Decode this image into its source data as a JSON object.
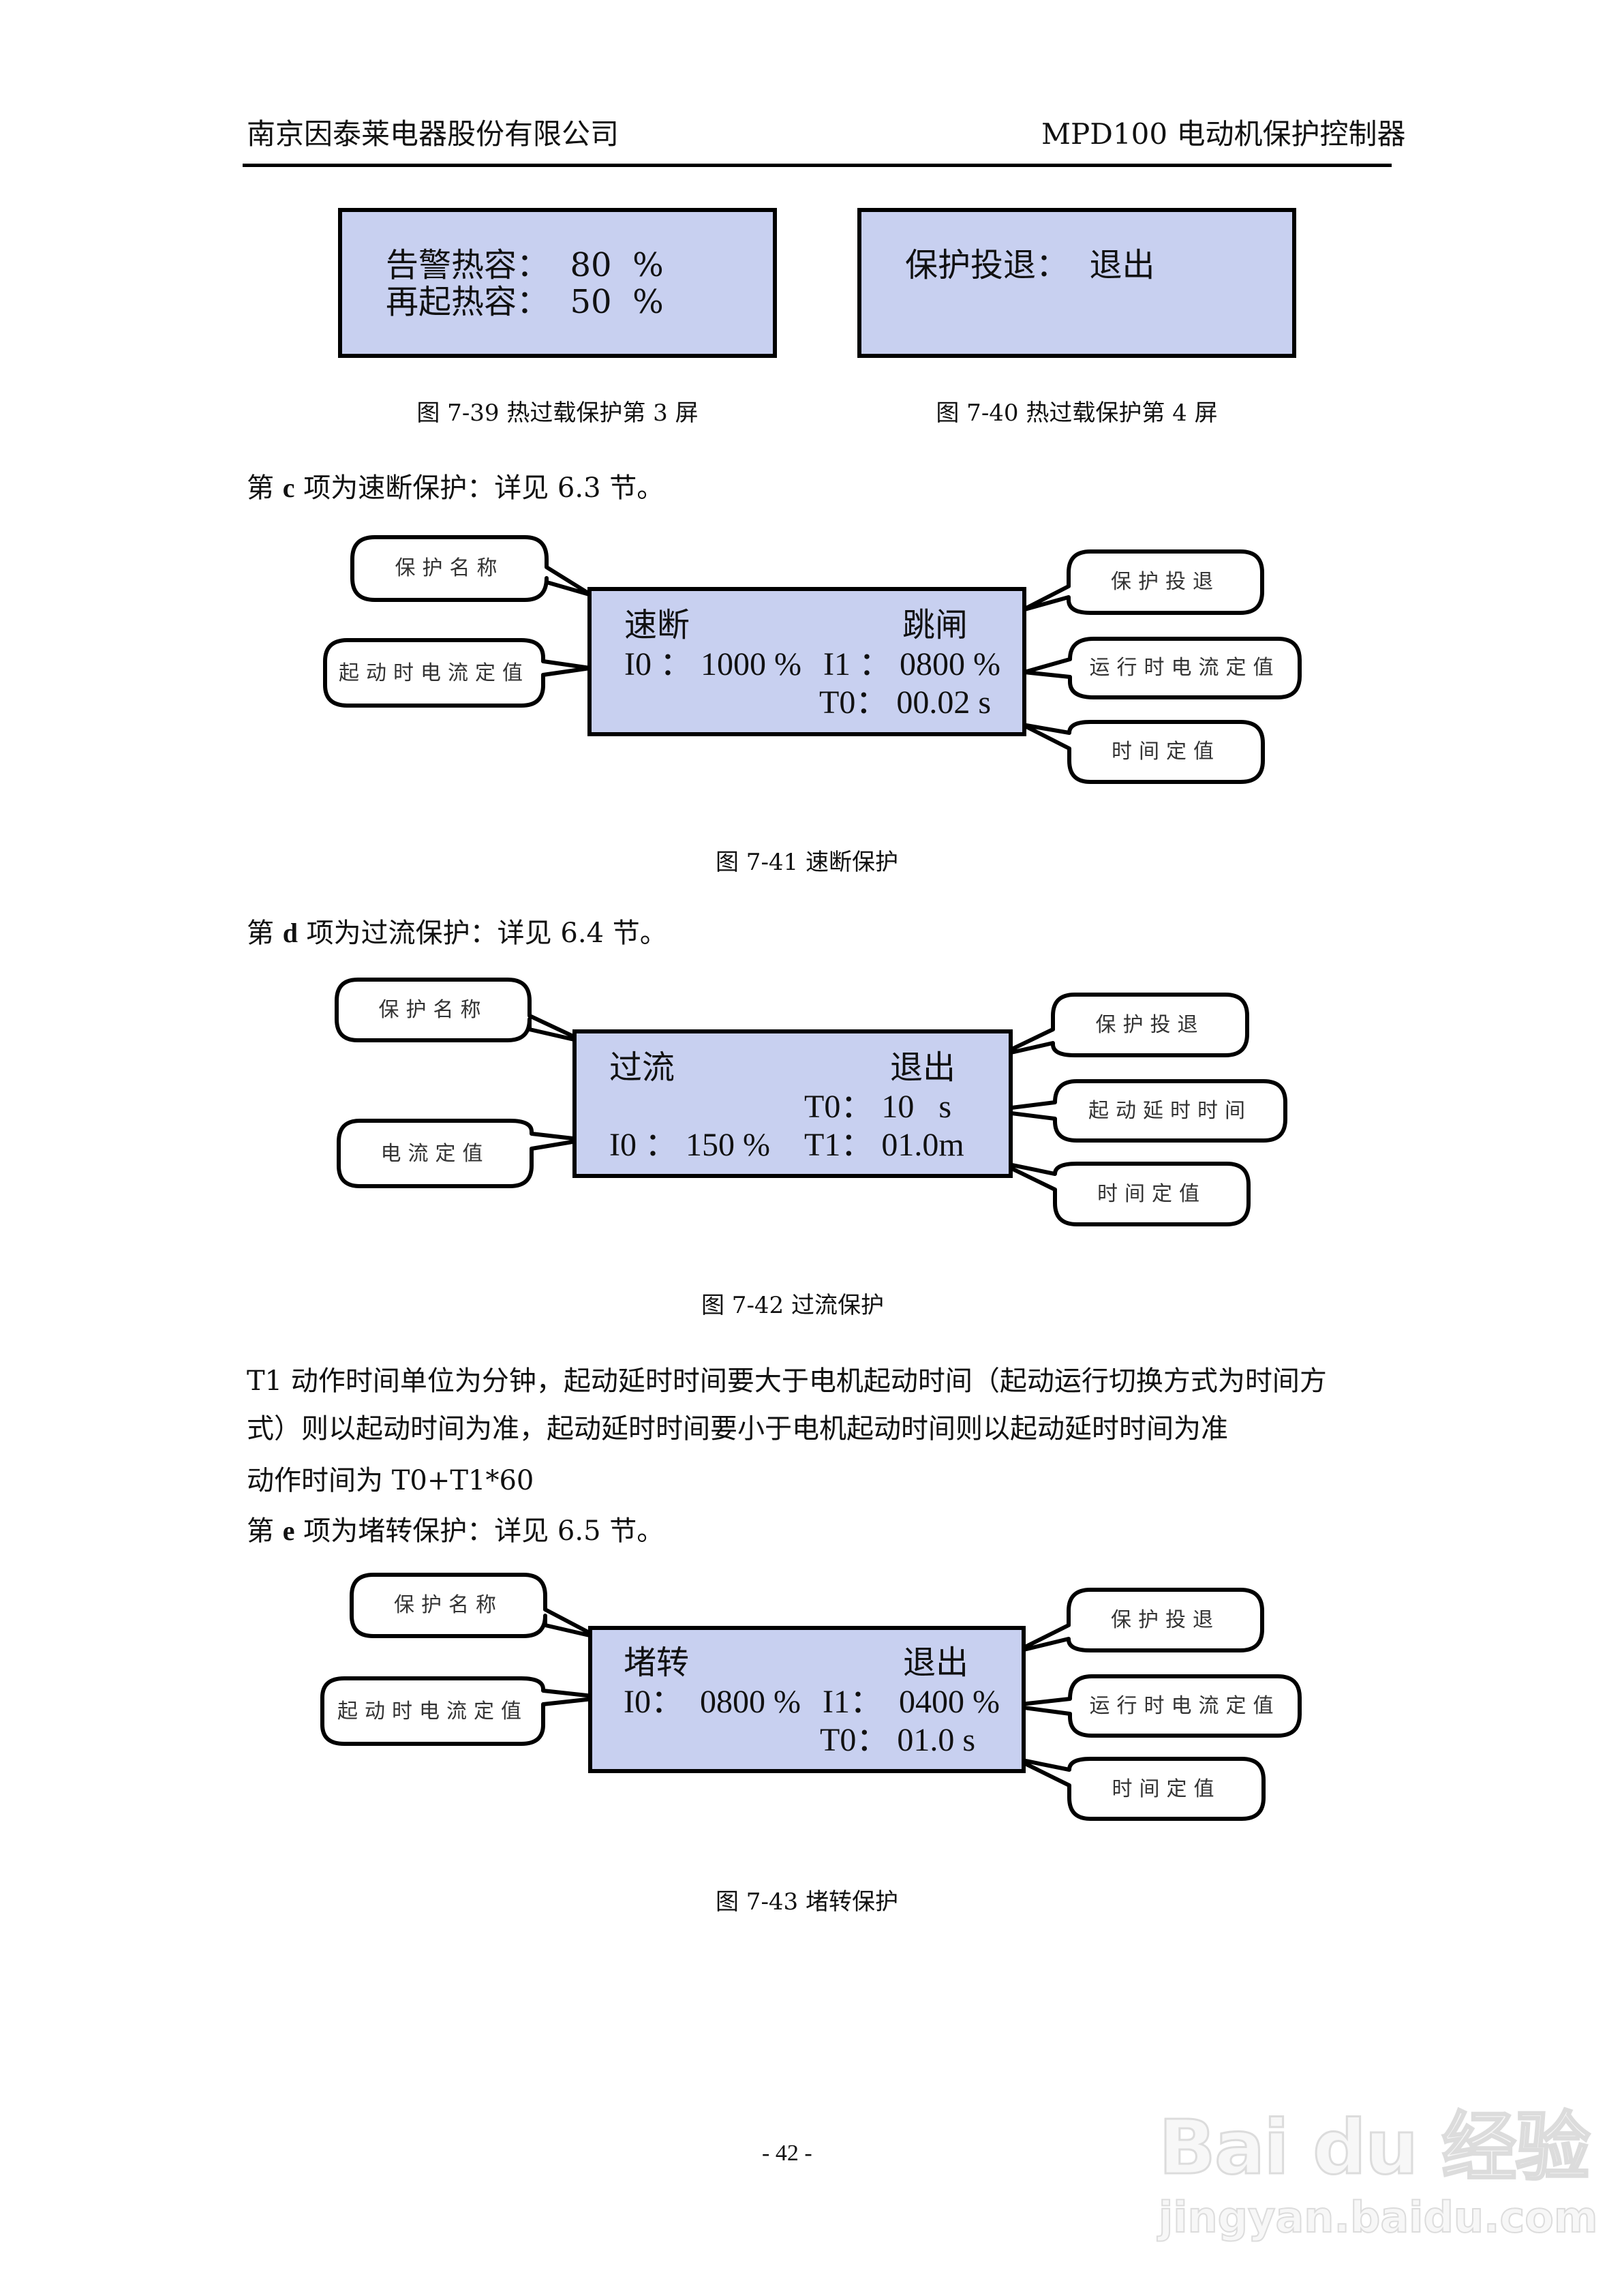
{
  "header": {
    "company": "南京因泰莱电器股份有限公司",
    "product": "MPD100 电动机保护控制器"
  },
  "figures_top": [
    {
      "lines": [
        "告警热容：  80  %",
        "再起热容：  50  %"
      ],
      "caption": "图 7-39 热过载保护第 3 屏"
    },
    {
      "lines": [
        "保护投退：  退出"
      ],
      "caption": "图 7-40 热过载保护第 4 屏"
    }
  ],
  "section_c": {
    "prefix": "第 ",
    "letter": "c",
    "text": " 项为速断保护：详见 6.3 节。"
  },
  "fig41": {
    "name": "速断",
    "status": "跳闸",
    "i0": "I0 ： 1000 %",
    "i1": "I1 ： 0800 %",
    "t0": "T0： 00.02 s",
    "callouts": {
      "name": "保护名称",
      "enable": "保护投退",
      "start_current": "起动时电流定值",
      "run_current": "运行时电流定值",
      "time": "时间定值"
    },
    "caption": "图 7-41 速断保护"
  },
  "section_d": {
    "prefix": "第 ",
    "letter": "d",
    "text": " 项为过流保护：详见 6.4 节。"
  },
  "fig42": {
    "name": "过流",
    "status": "退出",
    "t0": "T0： 10   s",
    "i0": "I0 ： 150 %",
    "t1": "T1： 01.0m",
    "callouts": {
      "name": "保护名称",
      "enable": "保护投退",
      "current": "电流定值",
      "start_delay": "起动延时时间",
      "time": "时间定值"
    },
    "caption": "图 7-42 过流保护"
  },
  "paragraph": {
    "line1": "T1 动作时间单位为分钟，起动延时时间要大于电机起动时间（起动运行切换方式为时间方",
    "line2": "式）则以起动时间为准，起动延时时间要小于电机起动时间则以起动延时时间为准",
    "line3": "动作时间为 T0+T1*60"
  },
  "section_e": {
    "prefix": "第 ",
    "letter": "e",
    "text": " 项为堵转保护：详见 6.5 节。"
  },
  "fig43": {
    "name": "堵转",
    "status": "退出",
    "i0": "I0：  0800 %",
    "i1": "I1：  0400 %",
    "t0": "T0： 01.0 s",
    "callouts": {
      "name": "保护名称",
      "enable": "保护投退",
      "start_current": "起动时电流定值",
      "run_current": "运行时电流定值",
      "time": "时间定值"
    },
    "caption": "图 7-43 堵转保护"
  },
  "footer": {
    "page_number": "- 42 -"
  },
  "watermark": {
    "logo": "Bai du 经验",
    "url": "jingyan.baidu.com"
  },
  "colors": {
    "lcd_background": "#c8d0f0",
    "border": "#000000"
  }
}
